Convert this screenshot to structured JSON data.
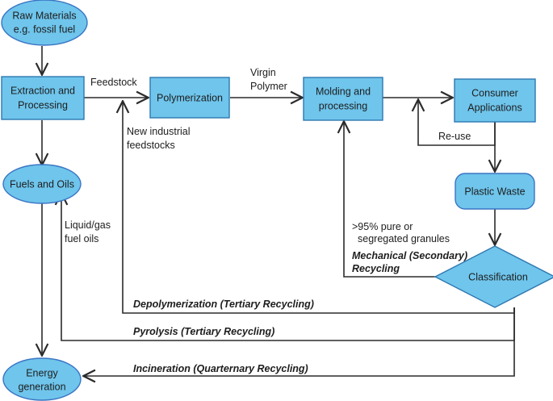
{
  "diagram": {
    "title": "Plastics lifecycle and recycling routes flowchart",
    "colors": {
      "node_fill": "#6FC5EC",
      "node_border_ellipse": "#3A75C4",
      "node_border_box": "#2E78B0",
      "edge": "#2b2b2b",
      "text": "#1d1d1d",
      "background": "#ffffff"
    },
    "nodes": [
      {
        "id": "raw-materials",
        "shape": "ellipse",
        "line1": "Raw Materials",
        "line2": "e.g. fossil fuel"
      },
      {
        "id": "extraction-processing",
        "shape": "rect",
        "line1": "Extraction and",
        "line2": "Processing"
      },
      {
        "id": "polymerization",
        "shape": "rect",
        "line1": "Polymerization",
        "line2": ""
      },
      {
        "id": "molding-processing",
        "shape": "rect",
        "line1": "Molding and",
        "line2": "processing"
      },
      {
        "id": "consumer-applications",
        "shape": "rect",
        "line1": "Consumer",
        "line2": "Applications"
      },
      {
        "id": "fuels-and-oils",
        "shape": "ellipse",
        "line1": "Fuels and Oils",
        "line2": ""
      },
      {
        "id": "plastic-waste",
        "shape": "rounded-rect",
        "line1": "Plastic Waste",
        "line2": ""
      },
      {
        "id": "classification",
        "shape": "diamond",
        "line1": "Classification",
        "line2": ""
      },
      {
        "id": "energy-generation",
        "shape": "ellipse",
        "line1": "Energy",
        "line2": "generation"
      }
    ],
    "edge_labels": {
      "feedstock": "Feedstock",
      "virgin_polymer_line1": "Virgin",
      "virgin_polymer_line2": "Polymer",
      "new_industrial_line1": "New industrial",
      "new_industrial_line2": "feedstocks",
      "reuse": "Re-use",
      "liquid_gas_line1": "Liquid/gas",
      "liquid_gas_line2": "fuel oils",
      "purity_line1": ">95% pure or",
      "purity_line2": "segregated granules",
      "mechanical_line1": "Mechanical  (Secondary)",
      "mechanical_line2": "Recycling",
      "depolymerization": "Depolymerization (Tertiary Recycling)",
      "pyrolysis": "Pyrolysis (Tertiary Recycling)",
      "incineration": "Incineration (Quarternary Recycling)"
    }
  }
}
